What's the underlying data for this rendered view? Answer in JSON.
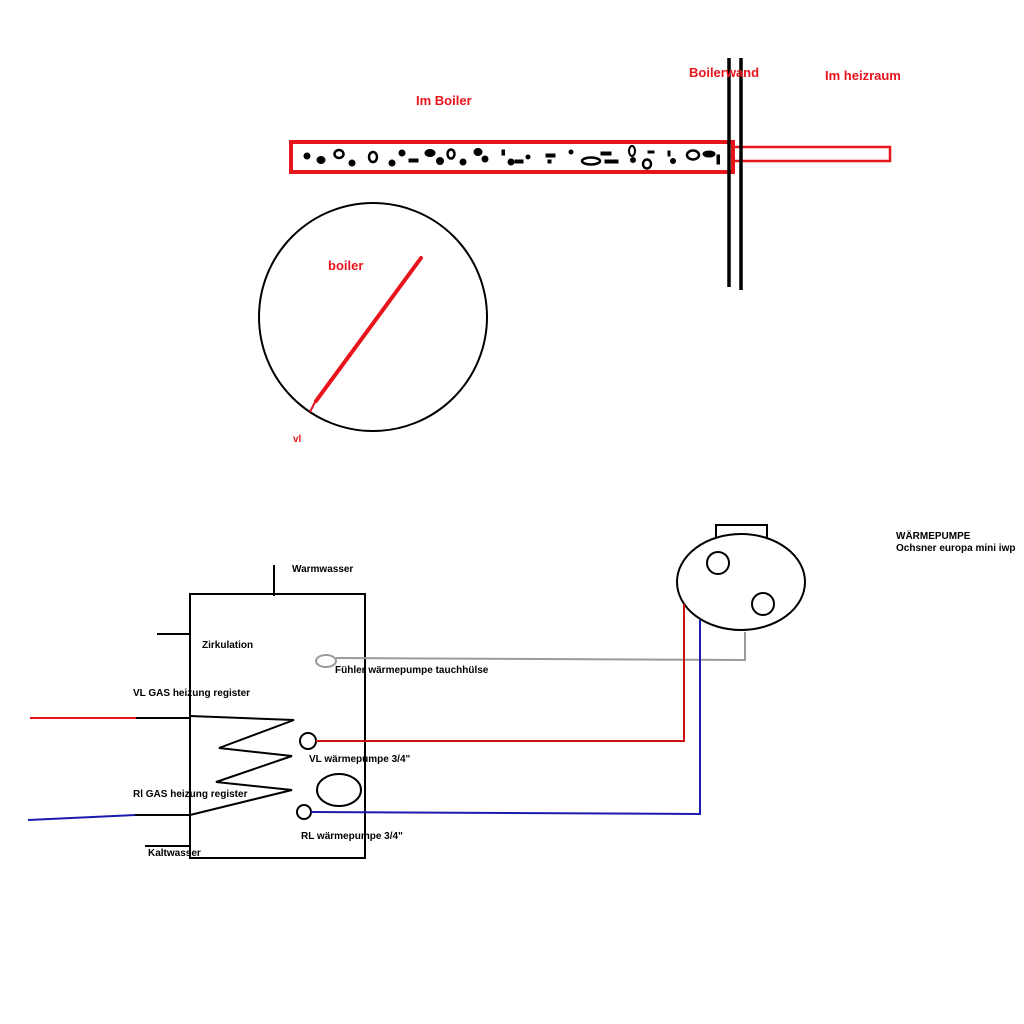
{
  "top_section": {
    "im_boiler": "Im Boiler",
    "boilerwand": "Boilerwand",
    "im_heizraum": "Im heizraum",
    "boiler": "boiler",
    "vl": "vl"
  },
  "bottom_section": {
    "warmwasser": "Warmwasser",
    "zirkulation": "Zirkulation",
    "fuehler": "Fühler wärmepumpe tauchhülse",
    "vl_gas": "VL GAS heizung register",
    "vl_wp": "VL wärmepumpe 3/4\"",
    "rl_gas": "Rl GAS heizung register",
    "rl_wp": "RL wärmepumpe 3/4\"",
    "kaltwasser": "Kaltwasser",
    "wp_title": "WÄRMEPUMPE",
    "wp_model": "Ochsner europa mini iwp"
  },
  "colors": {
    "red": "#e8141b",
    "dark_red": "#cc1111",
    "blue": "#1a1ab0",
    "grey": "#9a9a9a",
    "black": "#000000"
  }
}
